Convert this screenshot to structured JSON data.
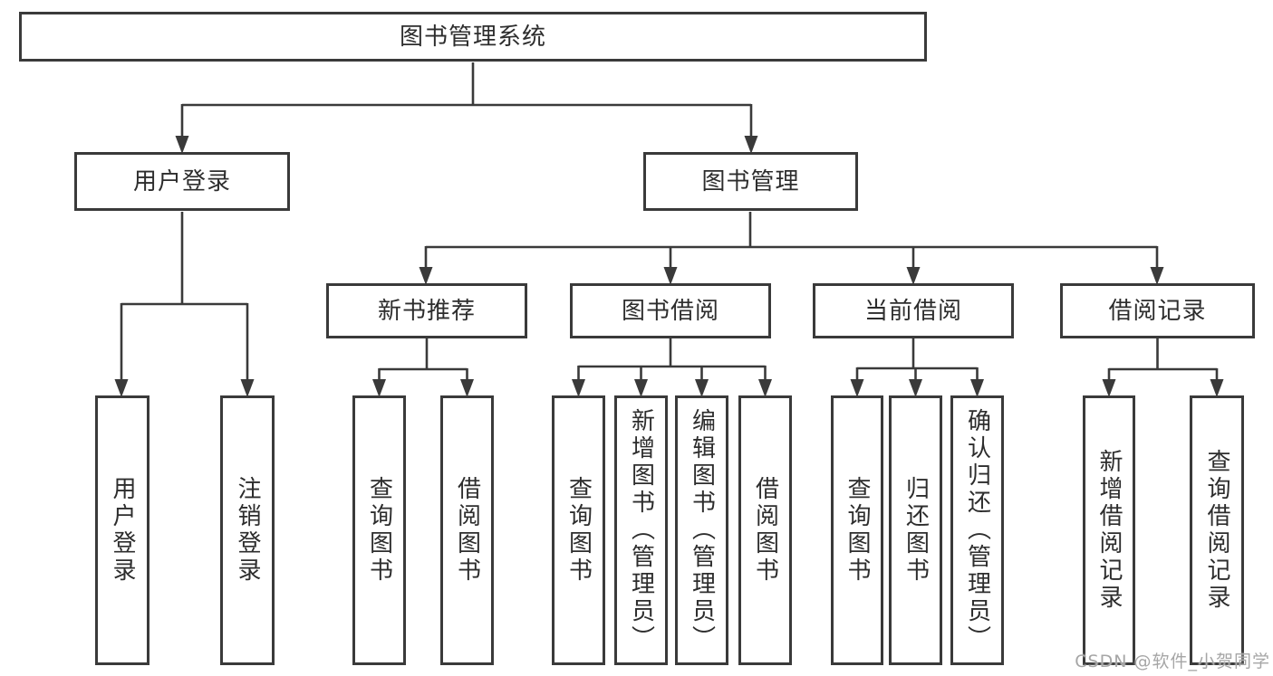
{
  "tree": {
    "root": {
      "label": "图书管理系统"
    },
    "branches": [
      {
        "label": "用户登录",
        "children": [
          {
            "label": "用户登录"
          },
          {
            "label": "注销登录"
          }
        ]
      },
      {
        "label": "图书管理",
        "groups": [
          {
            "label": "新书推荐",
            "children": [
              {
                "label": "查询图书"
              },
              {
                "label": "借阅图书"
              }
            ]
          },
          {
            "label": "图书借阅",
            "children": [
              {
                "label": "查询图书"
              },
              {
                "label": "新增图书（管理员）"
              },
              {
                "label": "编辑图书（管理员）"
              },
              {
                "label": "借阅图书"
              }
            ]
          },
          {
            "label": "当前借阅",
            "children": [
              {
                "label": "查询图书"
              },
              {
                "label": "归还图书"
              },
              {
                "label": "确认归还（管理员）"
              }
            ]
          },
          {
            "label": "借阅记录",
            "children": [
              {
                "label": "新增借阅记录"
              },
              {
                "label": "查询借阅记录"
              }
            ]
          }
        ]
      }
    ]
  },
  "watermark": "CSDN @软件_小贺同学",
  "colors": {
    "line": "#3a3a3a",
    "text": "#2d2d2d",
    "background": "#ffffff",
    "watermark": "#a6a6a6"
  }
}
